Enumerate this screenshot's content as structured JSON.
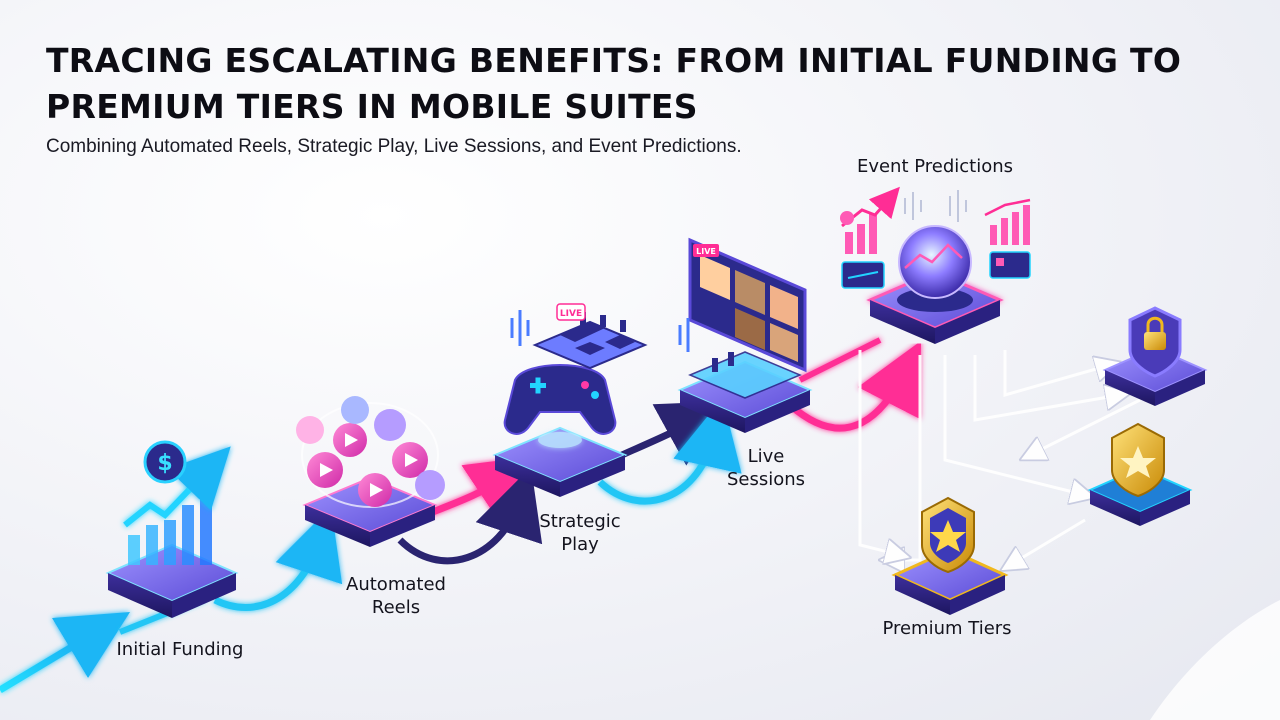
{
  "title": "TRACING ESCALATING BENEFITS: FROM INITIAL FUNDING TO PREMIUM TIERS IN MOBILE SUITES",
  "subtitle": "Combining Automated Reels, Strategic Play, Live Sessions, and Event Predictions.",
  "stages": {
    "initial_funding": {
      "label": "Initial Funding",
      "icon": "dollar-growth-chart-icon"
    },
    "automated_reels": {
      "line1": "Automated",
      "line2": "Reels",
      "icon": "play-reels-icon"
    },
    "strategic_play": {
      "line1": "Strategic",
      "line2": "Play",
      "icon": "gamepad-chess-icon"
    },
    "live_sessions": {
      "line1": "Live",
      "line2": "Sessions",
      "icon": "live-video-chess-icon"
    },
    "event_predictions": {
      "label": "Event Predictions",
      "icon": "crystal-ball-chart-icon"
    },
    "premium_tiers": {
      "label": "Premium Tiers",
      "icon": "star-badge-icon"
    }
  },
  "badges": {
    "live_small": "LIVE",
    "live_screen": "LIVE"
  },
  "colors": {
    "cyan": "#19c8f0",
    "magenta": "#ff2d95",
    "navy": "#2a2470",
    "purple": "#6a4cc8",
    "gold": "#f0b81e"
  }
}
